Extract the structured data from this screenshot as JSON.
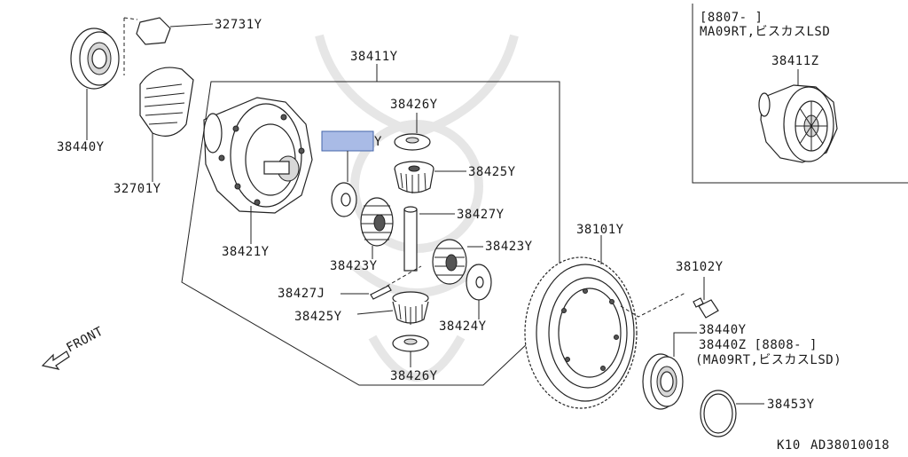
{
  "labels": {
    "p32731": "32731Y",
    "p38440a": "38440Y",
    "p32701": "32701Y",
    "p38411": "38411Y",
    "p38426a": "38426Y",
    "p38425a": "38425Y",
    "p38427y": "38427Y",
    "p38423a": "38423Y",
    "p38423b": "38423Y",
    "p38421": "38421Y",
    "p38427j": "38427J",
    "p38425b": "38425Y",
    "p38424": "38424Y",
    "p38426b": "38426Y",
    "p38101": "38101Y",
    "p38102": "38102Y",
    "p38440b": "38440Y",
    "p38440z": "38440Z [8808-     ]",
    "p38440z_note": "(MA09RT,ビスカスLSD)",
    "p38453": "38453Y",
    "p38411z": "38411Z",
    "hidden_suffix": "Y"
  },
  "inset": {
    "line1": "[8807-     ]",
    "line2": "MA09RT,ビスカスLSD"
  },
  "front_label": "FRONT",
  "footer": {
    "code1": "K10",
    "code2": "AD38010018"
  },
  "colors": {
    "line": "#222222",
    "highlight": "#a9bbe6",
    "highlight_border": "#4466aa",
    "watermark": "#e6e6e6"
  }
}
